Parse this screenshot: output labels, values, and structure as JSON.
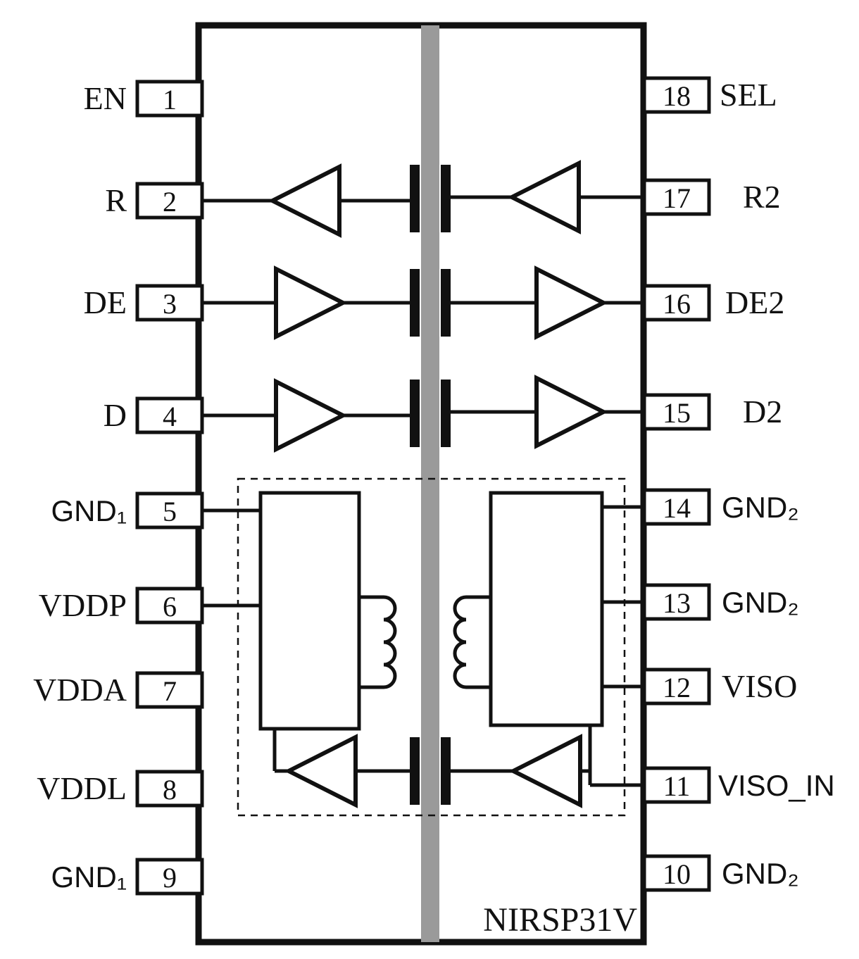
{
  "diagram": {
    "chip_name": "NIRSP31V",
    "type": "isolated-transceiver-pinout",
    "colors": {
      "line": "#111111",
      "isolation_barrier": "#9a9a9a",
      "background": "#ffffff"
    }
  },
  "pins": {
    "left": [
      {
        "number": "1",
        "label": "EN"
      },
      {
        "number": "2",
        "label": "R"
      },
      {
        "number": "3",
        "label": "DE"
      },
      {
        "number": "4",
        "label": "D"
      },
      {
        "number": "5",
        "label": "GND₁"
      },
      {
        "number": "6",
        "label": "VDDP"
      },
      {
        "number": "7",
        "label": "VDDA"
      },
      {
        "number": "8",
        "label": "VDDL"
      },
      {
        "number": "9",
        "label": "GND₁"
      }
    ],
    "right": [
      {
        "number": "18",
        "label": "SEL"
      },
      {
        "number": "17",
        "label": "R2"
      },
      {
        "number": "16",
        "label": "DE2"
      },
      {
        "number": "15",
        "label": "D2"
      },
      {
        "number": "14",
        "label": "GND₂"
      },
      {
        "number": "13",
        "label": "GND₂"
      },
      {
        "number": "12",
        "label": "VISO"
      },
      {
        "number": "11",
        "label": "VISO_IN"
      },
      {
        "number": "10",
        "label": "GND₂"
      }
    ]
  }
}
